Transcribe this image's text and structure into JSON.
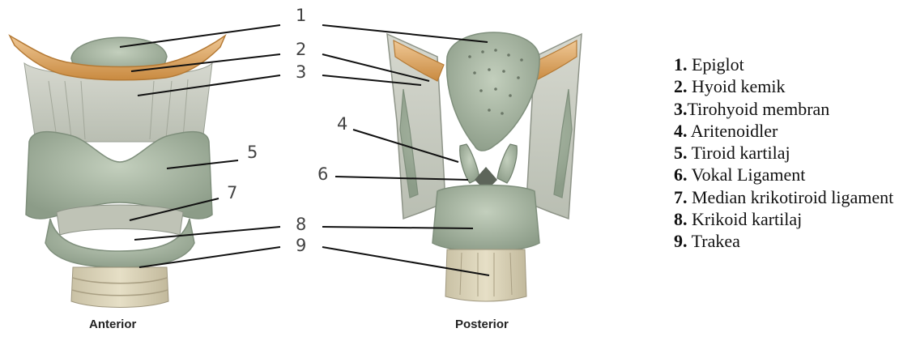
{
  "diagram": {
    "views": {
      "anterior": "Anterior",
      "posterior": "Posterior"
    },
    "numbers": [
      "1",
      "2",
      "3",
      "4",
      "5",
      "6",
      "7",
      "8",
      "9"
    ],
    "legend": [
      {
        "num": "1.",
        "text": " Epiglot"
      },
      {
        "num": "2.",
        "text": " Hyoid kemik"
      },
      {
        "num": "3.",
        "text": "Tirohyoid membran"
      },
      {
        "num": "4.",
        "text": " Aritenoidler"
      },
      {
        "num": "5.",
        "text": " Tiroid kartilaj"
      },
      {
        "num": "6.",
        "text": " Vokal Ligament"
      },
      {
        "num": "7.",
        "text": " Median krikotiroid ligament"
      },
      {
        "num": "8.",
        "text": " Krikoid kartilaj"
      },
      {
        "num": "9.",
        "text": " Trakea"
      }
    ],
    "colors": {
      "cartilage": "#aab8a4",
      "cartilage_dark": "#7f8f7c",
      "membrane": "#c9cdc2",
      "bone": "#d9a25c",
      "bone_light": "#e9c28c",
      "trachea": "#d9d2b8",
      "leader": "#111111",
      "number_text": "#444444"
    }
  }
}
